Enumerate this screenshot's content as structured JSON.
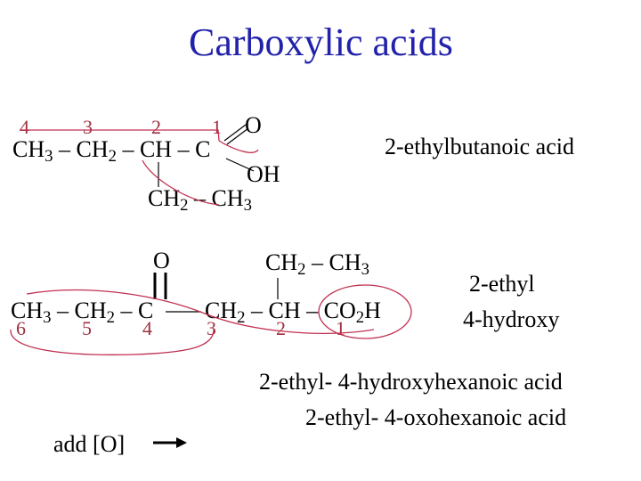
{
  "title": "Carboxylic acids",
  "colors": {
    "title": "#2222aa",
    "annotation": "#c03050",
    "text": "#000000"
  },
  "structure1": {
    "numbers": [
      "4",
      "3",
      "2",
      "1"
    ],
    "main_chain": {
      "ch3": "CH",
      "ch3_sub": "3",
      "sep1": " – CH",
      "ch2_sub": "2",
      "rest": " – CH – C"
    },
    "carbonyl_o": "O",
    "hydroxyl": "OH",
    "branch": {
      "a": "CH",
      "a_sub": "2",
      "b": " – CH",
      "b_sub": "3"
    },
    "name": "2-ethylbutanoic acid"
  },
  "structure2": {
    "carbonyl_o": "O",
    "branch": {
      "a": "CH",
      "a_sub": "2",
      "b": " – CH",
      "b_sub": "3"
    },
    "left": {
      "a": "CH",
      "a_sub": "3",
      "b": " – CH",
      "b_sub": "2",
      "c": " – C"
    },
    "right": {
      "a": "CH",
      "a_sub": "2",
      "b": " – CH – CO",
      "b_sub": "2",
      "c": "H"
    },
    "numbers": [
      "6",
      "5",
      "4",
      "3",
      "2",
      "1"
    ],
    "name_line1": "2-ethyl",
    "name_line2": "4-hydroxy"
  },
  "names": {
    "line1": "2-ethyl- 4-hydroxyhexanoic acid",
    "line2": "2-ethyl- 4-oxohexanoic acid"
  },
  "reagent": {
    "label": "add [O]",
    "icon": "right-arrow-icon"
  }
}
